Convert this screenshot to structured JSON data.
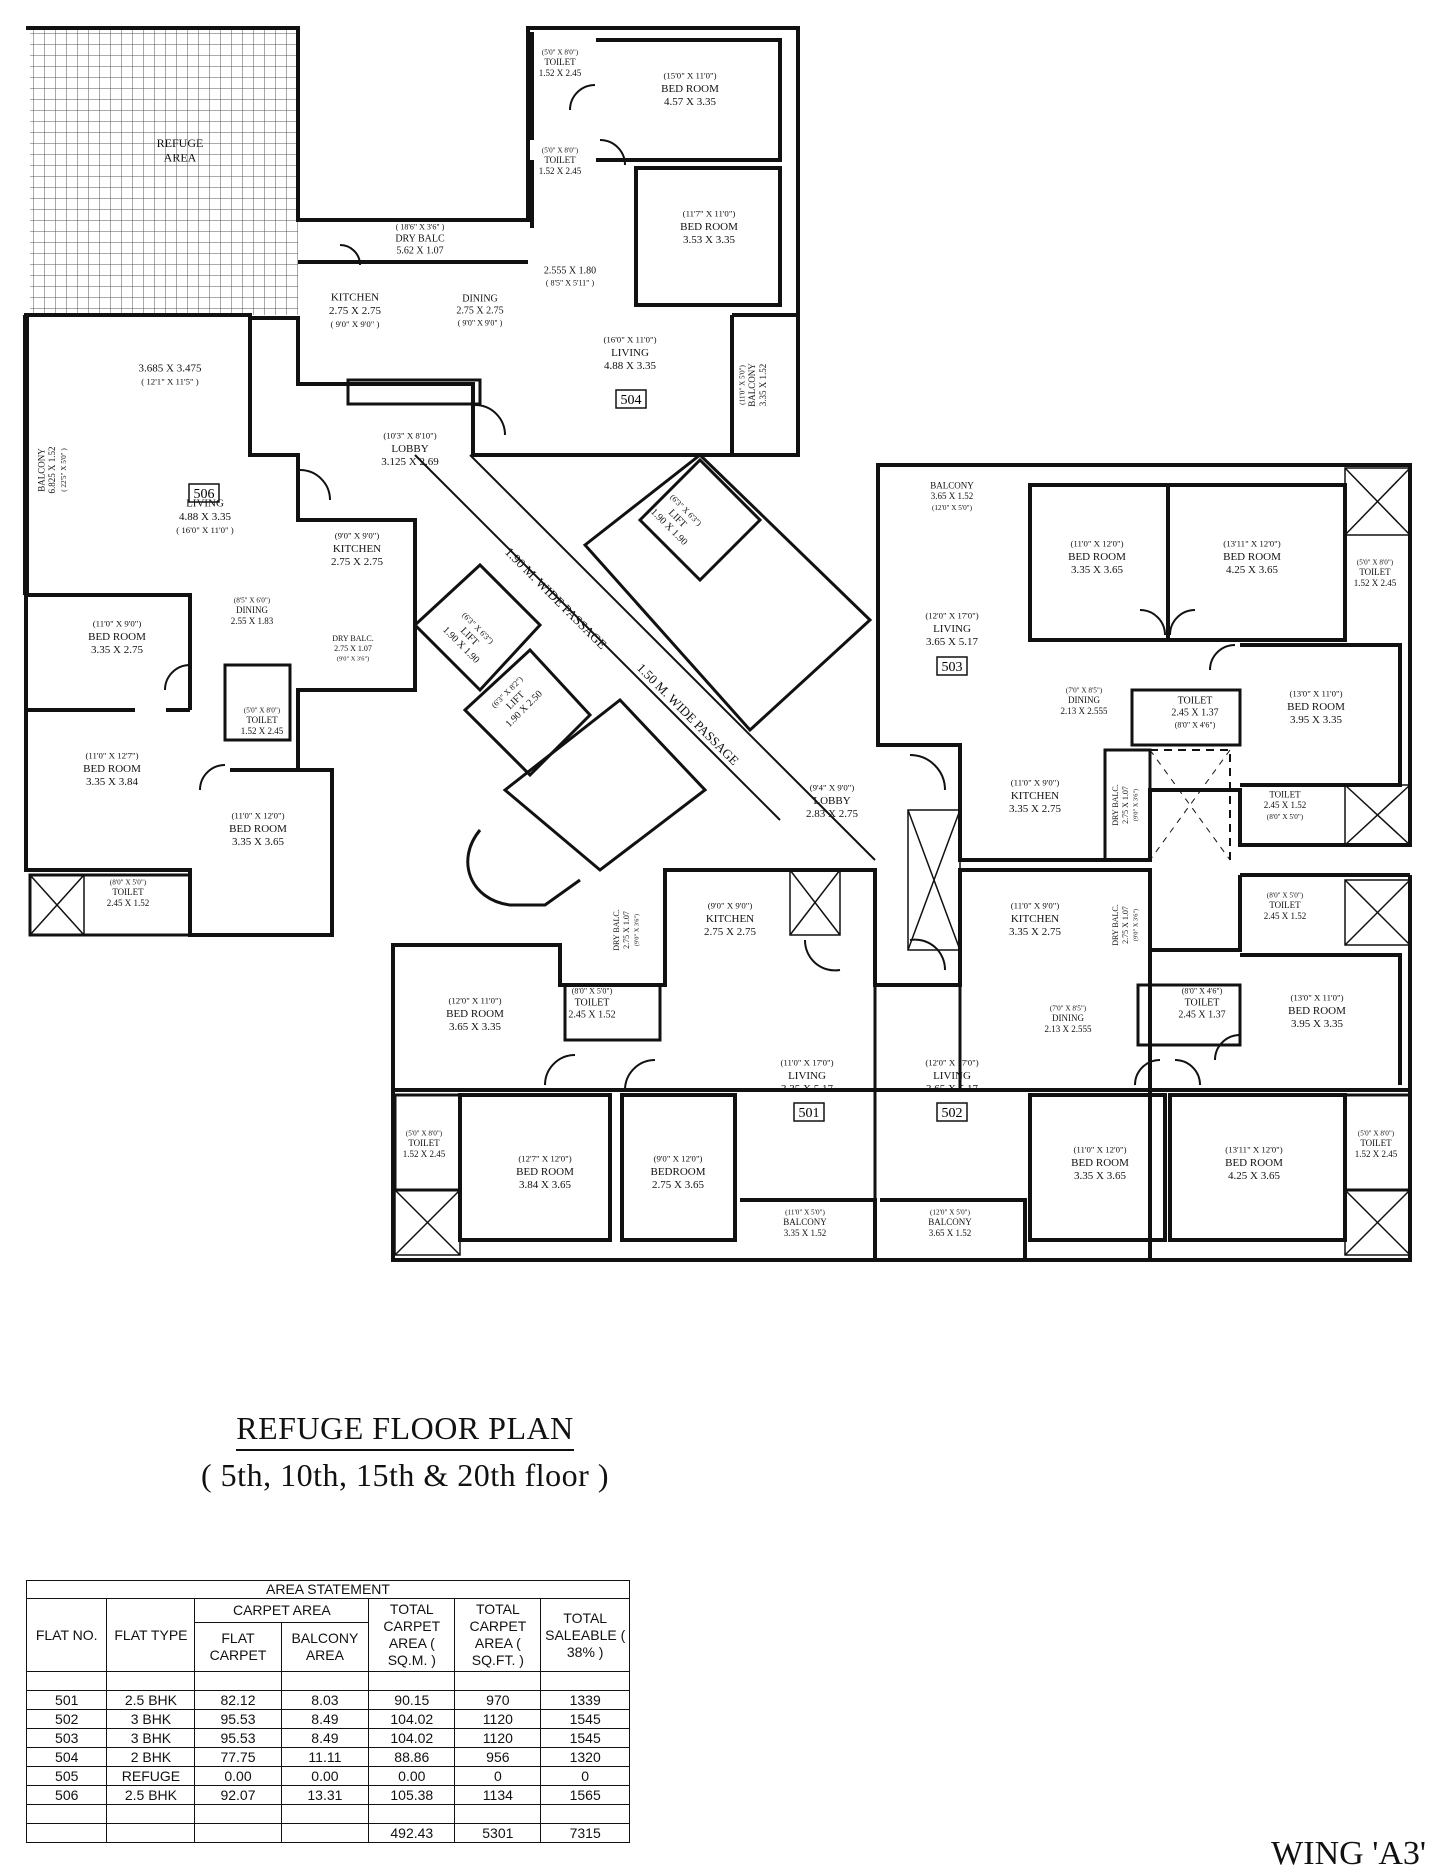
{
  "title": {
    "main": "REFUGE FLOOR PLAN",
    "floors": "( 5th, 10th, 15th & 20th floor )"
  },
  "wing": "WING 'A3'",
  "flat_numbers": [
    "504",
    "506",
    "503",
    "501",
    "502"
  ],
  "rooms": [
    {
      "id": "refuge",
      "lines": [
        "REFUGE",
        "AREA"
      ]
    },
    {
      "id": "t504a",
      "lines": [
        "(5'0\" X 8'0\")",
        "TOILET",
        "1.52 X 2.45"
      ]
    },
    {
      "id": "br504a",
      "lines": [
        "(15'0\" X 11'0\")",
        "BED ROOM",
        "4.57 X 3.35"
      ]
    },
    {
      "id": "t504b",
      "lines": [
        "(5'0\" X 8'0\")",
        "TOILET",
        "1.52 X 2.45"
      ]
    },
    {
      "id": "br504b",
      "lines": [
        "(11'7\" X 11'0\")",
        "BED ROOM",
        "3.53 X 3.35"
      ]
    },
    {
      "id": "drybalc504",
      "lines": [
        "( 18'6\" X 3'6\" )",
        "DRY BALC",
        "5.62 X 1.07"
      ]
    },
    {
      "id": "pass504",
      "lines": [
        "2.555 X 1.80",
        "( 8'5\" X 5'11\" )"
      ]
    },
    {
      "id": "k504",
      "lines": [
        "KITCHEN",
        "2.75 X 2.75",
        "( 9'0\" X 9'0\" )"
      ]
    },
    {
      "id": "d504",
      "lines": [
        "DINING",
        "2.75 X 2.75",
        "( 9'0\" X 9'0\" )"
      ]
    },
    {
      "id": "l504",
      "lines": [
        "(16'0\" X 11'0\")",
        "LIVING",
        "4.88 X 3.35"
      ]
    },
    {
      "id": "bal504",
      "lines": [
        "(11'0\" X 5'0\")",
        "BALCONY",
        "3.35 X 1.52"
      ]
    },
    {
      "id": "bed506a",
      "lines": [
        "3.685 X 3.475",
        "( 12'1\" X 11'5\" )"
      ]
    },
    {
      "id": "bal506",
      "lines": [
        "BALCONY",
        "6.825 X 1.52",
        "( 22'5\" X 5'0\" )"
      ]
    },
    {
      "id": "lobby1",
      "lines": [
        "(10'3\" X 8'10\")",
        "LOBBY",
        "3.125 X 2.69"
      ]
    },
    {
      "id": "l506",
      "lines": [
        "LIVING",
        "4.88 X 3.35",
        "( 16'0\" X 11'0\" )"
      ]
    },
    {
      "id": "k506",
      "lines": [
        "(9'0\" X 9'0\")",
        "KITCHEN",
        "2.75 X 2.75"
      ]
    },
    {
      "id": "br506a",
      "lines": [
        "(11'0\" X 9'0\")",
        "BED ROOM",
        "3.35 X 2.75"
      ]
    },
    {
      "id": "d506",
      "lines": [
        "(8'5\" X 6'0\")",
        "DINING",
        "2.55 X 1.83"
      ]
    },
    {
      "id": "db506",
      "lines": [
        "DRY BALC.",
        "2.75 X 1.07",
        "(9'0\" X 3'6\")"
      ]
    },
    {
      "id": "t506a",
      "lines": [
        "(5'0\" X 8'0\")",
        "TOILET",
        "1.52 X 2.45"
      ]
    },
    {
      "id": "br506b",
      "lines": [
        "(11'0\" X 12'7\")",
        "BED ROOM",
        "3.35 X 3.84"
      ]
    },
    {
      "id": "br506c",
      "lines": [
        "(11'0\" X 12'0\")",
        "BED ROOM",
        "3.35 X 3.65"
      ]
    },
    {
      "id": "t506b",
      "lines": [
        "(8'0\" X 5'0\")",
        "TOILET",
        "2.45 X 1.52"
      ]
    },
    {
      "id": "lift1",
      "lines": [
        "(6'3\" X 6'3\")",
        "LIFT",
        "1.90 X 1.90"
      ]
    },
    {
      "id": "lift2",
      "lines": [
        "(6'3\" X 6'3\")",
        "LIFT",
        "1.90 X 1.90"
      ]
    },
    {
      "id": "lift3",
      "lines": [
        "(6'3\" X 8'2\")",
        "LIFT",
        "1.90 X 2.50"
      ]
    },
    {
      "id": "passage1",
      "lines": [
        "1.90 M. WIDE PASSAGE"
      ]
    },
    {
      "id": "passage2",
      "lines": [
        "1.50 M. WIDE PASSAGE"
      ]
    },
    {
      "id": "lobby2",
      "lines": [
        "(9'4\" X 9'0\")",
        "LOBBY",
        "2.83 X 2.75"
      ]
    },
    {
      "id": "bal503",
      "lines": [
        "BALCONY",
        "3.65 X 1.52",
        "(12'0\" X 5'0\")"
      ]
    },
    {
      "id": "br503a",
      "lines": [
        "(11'0\" X 12'0\")",
        "BED ROOM",
        "3.35 X 3.65"
      ]
    },
    {
      "id": "br503b",
      "lines": [
        "(13'11\" X 12'0\")",
        "BED ROOM",
        "4.25 X 3.65"
      ]
    },
    {
      "id": "t503a",
      "lines": [
        "(5'0\" X 8'0\")",
        "TOILET",
        "1.52 X 2.45"
      ]
    },
    {
      "id": "l503",
      "lines": [
        "(12'0\" X 17'0\")",
        "LIVING",
        "3.65 X 5.17"
      ]
    },
    {
      "id": "d503",
      "lines": [
        "(7'0\" X 8'5\")",
        "DINING",
        "2.13 X 2.555"
      ]
    },
    {
      "id": "t503b",
      "lines": [
        "TOILET",
        "2.45 X 1.37",
        "(8'0\" X 4'6\")"
      ]
    },
    {
      "id": "br503c",
      "lines": [
        "(13'0\" X 11'0\")",
        "BED ROOM",
        "3.95 X 3.35"
      ]
    },
    {
      "id": "k503",
      "lines": [
        "(11'0\" X 9'0\")",
        "KITCHEN",
        "3.35 X 2.75"
      ]
    },
    {
      "id": "db503",
      "lines": [
        "DRY BALC.",
        "2.75 X 1.07",
        "(9'0\" X 3'6\")"
      ]
    },
    {
      "id": "t503c",
      "lines": [
        "TOILET",
        "2.45 X 1.52",
        "(8'0\" X 5'0\")"
      ]
    },
    {
      "id": "db501",
      "lines": [
        "DRY BALC.",
        "2.75 X 1.07",
        "(9'0\" X 3'6\")"
      ]
    },
    {
      "id": "k501",
      "lines": [
        "(9'0\" X 9'0\")",
        "KITCHEN",
        "2.75 X 2.75"
      ]
    },
    {
      "id": "k502",
      "lines": [
        "(11'0\" X 9'0\")",
        "KITCHEN",
        "3.35 X 2.75"
      ]
    },
    {
      "id": "db502",
      "lines": [
        "DRY BALC.",
        "2.75 X 1.07",
        "(9'0\" X 3'6\")"
      ]
    },
    {
      "id": "t502a",
      "lines": [
        "(8'0\" X 5'0\")",
        "TOILET",
        "2.45 X 1.52"
      ]
    },
    {
      "id": "br501a",
      "lines": [
        "(12'0\" X 11'0\")",
        "BED ROOM",
        "3.65 X 3.35"
      ]
    },
    {
      "id": "t501a",
      "lines": [
        "(8'0\" X 5'0\")",
        "TOILET",
        "2.45 X 1.52"
      ]
    },
    {
      "id": "l501",
      "lines": [
        "(11'0\" X 17'0\")",
        "LIVING",
        "3.35 X 5.17"
      ]
    },
    {
      "id": "l502",
      "lines": [
        "(12'0\" X 17'0\")",
        "LIVING",
        "3.65 X 5.17"
      ]
    },
    {
      "id": "d502",
      "lines": [
        "(7'0\" X 8'5\")",
        "DINING",
        "2.13 X 2.555"
      ]
    },
    {
      "id": "t502b",
      "lines": [
        "(8'0\" X 4'6\")",
        "TOILET",
        "2.45 X 1.37"
      ]
    },
    {
      "id": "br502a",
      "lines": [
        "(13'0\" X 11'0\")",
        "BED ROOM",
        "3.95 X 3.35"
      ]
    },
    {
      "id": "t501b",
      "lines": [
        "(5'0\" X 8'0\")",
        "TOILET",
        "1.52 X 2.45"
      ]
    },
    {
      "id": "br501b",
      "lines": [
        "(12'7\" X 12'0\")",
        "BED ROOM",
        "3.84 X 3.65"
      ]
    },
    {
      "id": "br501c",
      "lines": [
        "(9'0\" X 12'0\")",
        "BEDROOM",
        "2.75 X 3.65"
      ]
    },
    {
      "id": "bal501",
      "lines": [
        "(11'0\" X 5'0\")",
        "BALCONY",
        "3.35 X 1.52"
      ]
    },
    {
      "id": "bal502",
      "lines": [
        "(12'0\" X 5'0\")",
        "BALCONY",
        "3.65 X 1.52"
      ]
    },
    {
      "id": "br502b",
      "lines": [
        "(11'0\" X 12'0\")",
        "BED ROOM",
        "3.35 X 3.65"
      ]
    },
    {
      "id": "br502c",
      "lines": [
        "(13'11\" X 12'0\")",
        "BED ROOM",
        "4.25 X 3.65"
      ]
    },
    {
      "id": "t502c",
      "lines": [
        "(5'0\" X 8'0\")",
        "TOILET",
        "1.52 X 2.45"
      ]
    }
  ],
  "area_table": {
    "caption": "AREA STATEMENT",
    "headers": {
      "flat_no": "FLAT NO.",
      "flat_type": "FLAT TYPE",
      "carpet_area": "CARPET AREA",
      "flat_carpet": "FLAT CARPET",
      "balcony_area": "BALCONY AREA",
      "total_carpet_sqm": "TOTAL CARPET AREA ( SQ.M. )",
      "total_carpet_sqft": "TOTAL CARPET AREA ( SQ.FT. )",
      "total_saleable": "TOTAL SALEABLE ( 38% )"
    },
    "rows": [
      [
        "501",
        "2.5 BHK",
        "82.12",
        "8.03",
        "90.15",
        "970",
        "1339"
      ],
      [
        "502",
        "3 BHK",
        "95.53",
        "8.49",
        "104.02",
        "1120",
        "1545"
      ],
      [
        "503",
        "3 BHK",
        "95.53",
        "8.49",
        "104.02",
        "1120",
        "1545"
      ],
      [
        "504",
        "2 BHK",
        "77.75",
        "11.11",
        "88.86",
        "956",
        "1320"
      ],
      [
        "505",
        "REFUGE",
        "0.00",
        "0.00",
        "0.00",
        "0",
        "0"
      ],
      [
        "506",
        "2.5 BHK",
        "92.07",
        "13.31",
        "105.38",
        "1134",
        "1565"
      ]
    ],
    "totals": [
      "",
      "",
      "",
      "",
      "492.43",
      "5301",
      "7315"
    ]
  }
}
